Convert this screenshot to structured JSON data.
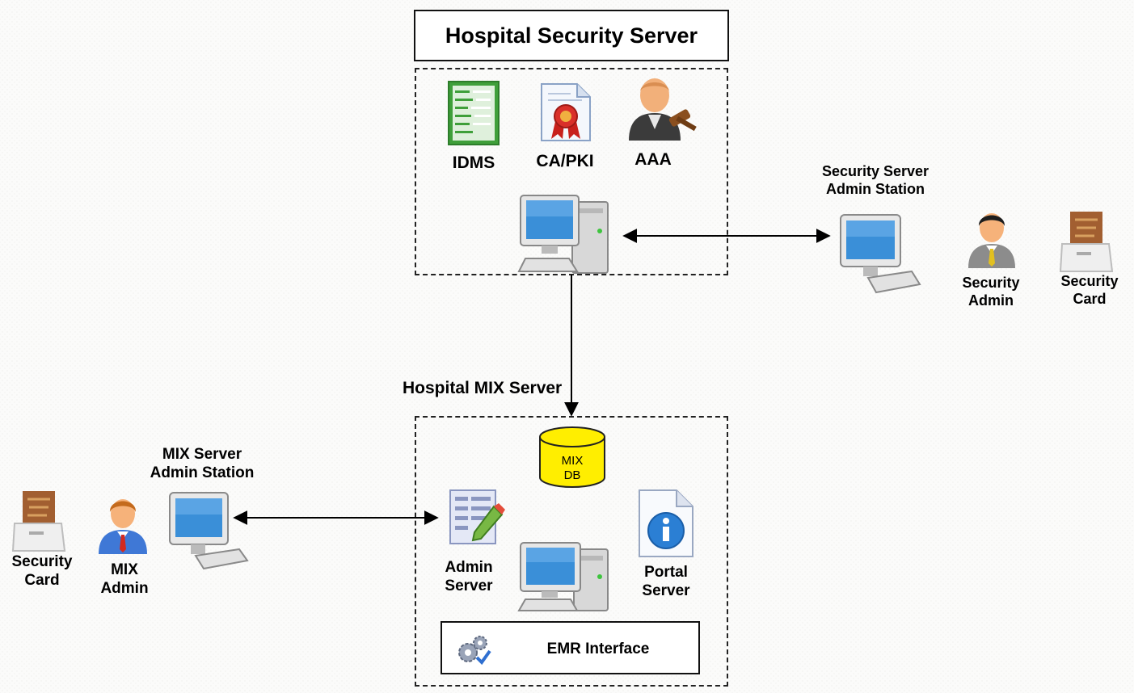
{
  "security_server": {
    "title": "Hospital Security Server",
    "components": {
      "idms": "IDMS",
      "ca_pki": "CA/PKI",
      "aaa": "AAA"
    }
  },
  "security_admin_side": {
    "station_label": "Security Server\nAdmin Station",
    "admin_label": "Security\nAdmin",
    "card_label": "Security\nCard"
  },
  "mix_server": {
    "title": "Hospital MIX Server",
    "db_label": "MIX\nDB",
    "admin_server_label": "Admin\nServer",
    "portal_server_label": "Portal\nServer",
    "emr_interface_label": "EMR Interface"
  },
  "mix_admin_side": {
    "station_label": "MIX Server\nAdmin Station",
    "admin_label": "MIX\nAdmin",
    "card_label": "Security\nCard"
  },
  "colors": {
    "db_fill": "#ffee00",
    "monitor_screen": "#3a8fd8",
    "arrow": "#000000"
  }
}
